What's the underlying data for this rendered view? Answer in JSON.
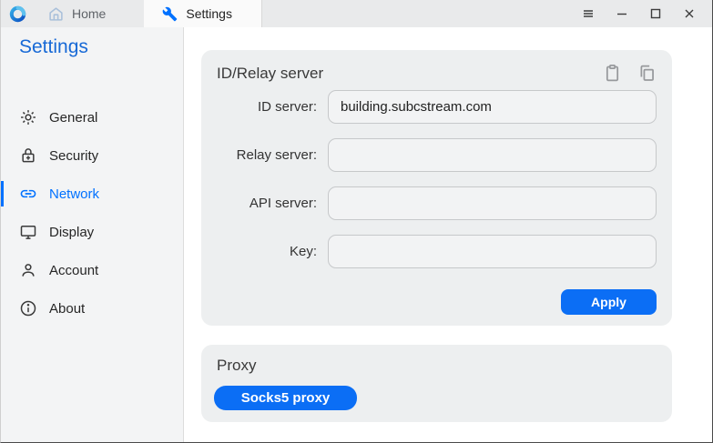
{
  "window": {
    "tabs": [
      {
        "label": "Home",
        "icon": "home-icon",
        "active": false
      },
      {
        "label": "Settings",
        "icon": "wrench-icon",
        "active": true
      }
    ],
    "controls": {
      "menu": "menu",
      "minimize": "minimize",
      "maximize": "maximize",
      "close": "close"
    }
  },
  "sidebar": {
    "title": "Settings",
    "items": [
      {
        "label": "General",
        "icon": "gear-icon",
        "active": false
      },
      {
        "label": "Security",
        "icon": "lock-icon",
        "active": false
      },
      {
        "label": "Network",
        "icon": "link-icon",
        "active": true
      },
      {
        "label": "Display",
        "icon": "monitor-icon",
        "active": false
      },
      {
        "label": "Account",
        "icon": "person-icon",
        "active": false
      },
      {
        "label": "About",
        "icon": "info-icon",
        "active": false
      }
    ]
  },
  "id_relay_card": {
    "title": "ID/Relay server",
    "icons": [
      "paste-icon",
      "copy-icon"
    ],
    "fields": [
      {
        "label": "ID server:",
        "value": "building.subcstream.com"
      },
      {
        "label": "Relay server:",
        "value": ""
      },
      {
        "label": "API server:",
        "value": ""
      },
      {
        "label": "Key:",
        "value": ""
      }
    ],
    "apply_label": "Apply"
  },
  "proxy_card": {
    "title": "Proxy",
    "socks5_label": "Socks5 proxy"
  },
  "colors": {
    "accent": "#0071ff",
    "button_blue": "#0b6ef5",
    "title_blue": "#1769d6",
    "card_bg": "#edeff0",
    "titlebar_bg": "#e9eaeb",
    "sidebar_bg": "#f3f4f5"
  }
}
